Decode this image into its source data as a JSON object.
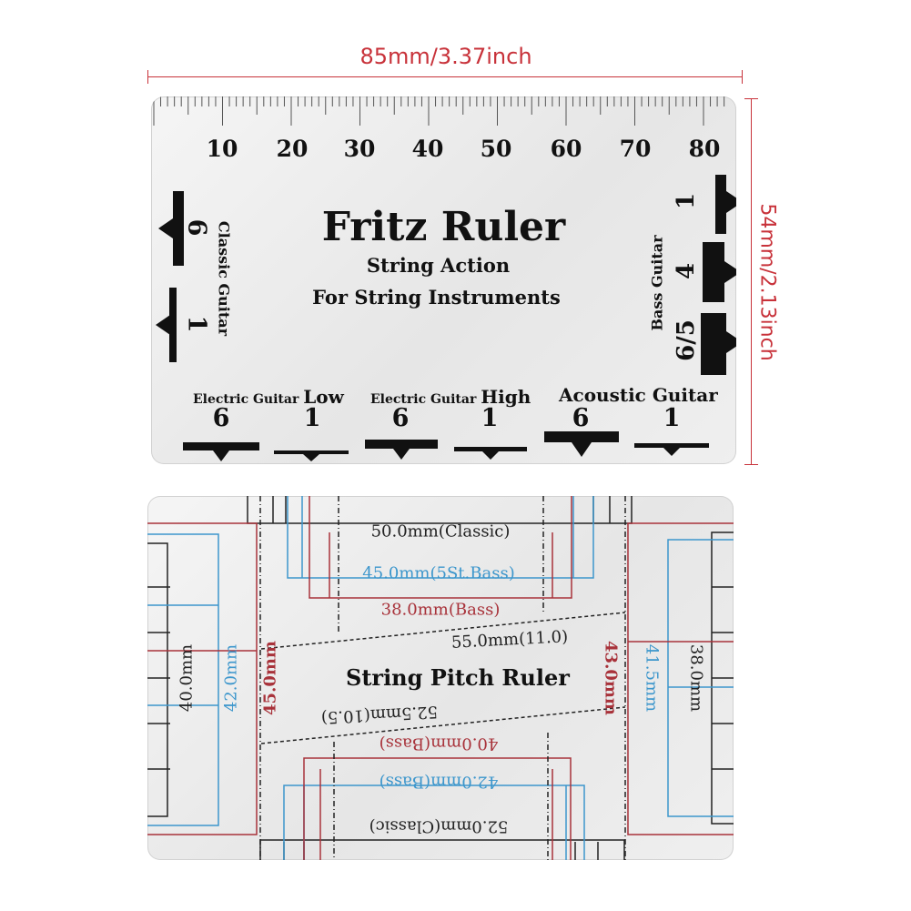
{
  "dimensions": {
    "width": "85mm/3.37inch",
    "height": "54mm/2.13inch"
  },
  "action_ruler": {
    "ruler_numbers": [
      "10",
      "20",
      "30",
      "40",
      "50",
      "60",
      "70",
      "80"
    ],
    "title": "Fritz Ruler",
    "subtitle": "String Action",
    "subtitle2": "For String Instruments",
    "classic_guitar": {
      "label": "Classic Guitar",
      "string_a": "6",
      "string_b": "1"
    },
    "bass_guitar": {
      "label": "Bass Guitar",
      "string_a": "1",
      "string_b": "4",
      "string_c": "6/5"
    },
    "groups": [
      {
        "label": "Electric Guitar",
        "variant": "Low",
        "strings": [
          "6",
          "1"
        ]
      },
      {
        "label": "Electric Guitar",
        "variant": "High",
        "strings": [
          "6",
          "1"
        ]
      },
      {
        "label": "Acoustic Guitar",
        "variant": "",
        "strings": [
          "6",
          "1"
        ]
      }
    ]
  },
  "pitch_ruler": {
    "title": "String Pitch Ruler",
    "labels": {
      "classic_50": "50.0mm(Classic)",
      "bass5_45": "45.0mm(5St.Bass)",
      "bass_38": "38.0mm(Bass)",
      "p_55": "55.0mm(11.0)",
      "p_52_5": "52.5mm(10.5)",
      "bass_40": "40.0mm(Bass)",
      "bass_42": "42.0mm(Bass)",
      "classic_52": "52.0mm(Classic)",
      "left_40": "40.0mm",
      "left_42": "42.0mm",
      "left_45": "45.0mm",
      "right_43": "43.0mm",
      "right_41_5": "41.5mm",
      "right_38": "38.0mm"
    }
  },
  "colors": {
    "dimension": "#c8323a",
    "red": "#a8323a",
    "blue": "#3c96cc",
    "black": "#222222"
  }
}
